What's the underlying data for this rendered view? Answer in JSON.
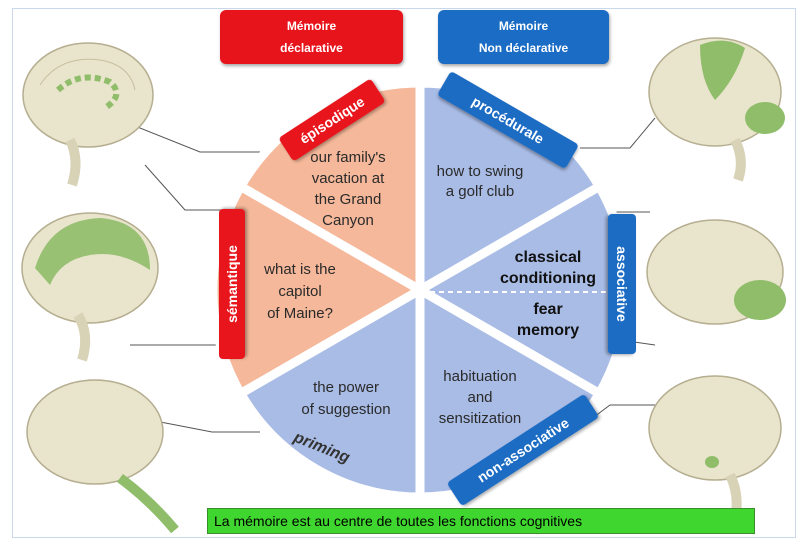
{
  "header": {
    "declarative": {
      "line1": "Mémoire",
      "line2": "déclarative"
    },
    "non_declarative": {
      "line1": "Mémoire",
      "line2": "Non déclarative"
    }
  },
  "segments": {
    "episodic": {
      "label": "épisodique",
      "example": [
        "our family's",
        "vacation at",
        "the Grand",
        "Canyon"
      ]
    },
    "semantic": {
      "label": "sémantique",
      "example": [
        "what is the",
        "capitol",
        "of Maine?"
      ]
    },
    "priming": {
      "label": "priming",
      "example": [
        "the power",
        "of suggestion"
      ]
    },
    "procedural": {
      "label": "procédurale",
      "example": [
        "how to swing",
        "a golf club"
      ]
    },
    "associative": {
      "label": "associative",
      "example_top": [
        "classical",
        "conditioning"
      ],
      "example_bottom": [
        "fear",
        "memory"
      ]
    },
    "non_associative": {
      "label": "non-associative",
      "example": [
        "habituation",
        "and",
        "sensitization"
      ]
    }
  },
  "caption": "La mémoire est au centre de toutes les fonctions cognitives",
  "colors": {
    "declarative_red": "#e8141c",
    "non_declarative_blue": "#1a6cc4",
    "declarative_fill": "#f5b89a",
    "non_declarative_fill": "#a9bce6",
    "caption_green": "#3fd62f",
    "brain": "#e9e4cc",
    "brain_highlight": "#8fbd6a"
  },
  "icons": [
    "brain-icon"
  ]
}
